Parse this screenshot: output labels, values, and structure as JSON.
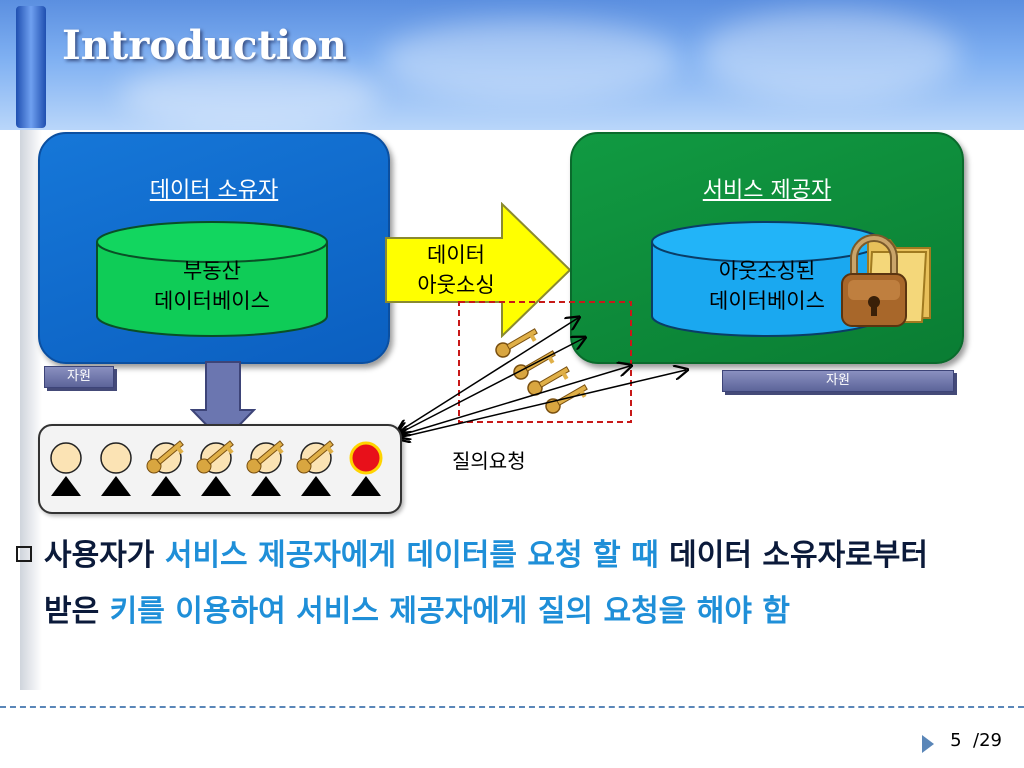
{
  "slide": {
    "title": "Introduction",
    "page_current": "5",
    "page_total": "/29"
  },
  "owner": {
    "title": "데이터 소유자",
    "db_line1": "부동산",
    "db_line2": "데이터베이스",
    "resource_tag": "자원"
  },
  "transfer": {
    "line1": "데이터",
    "line2": "아웃소싱"
  },
  "provider": {
    "title": "서비스 제공자",
    "db_line1": "아웃소싱된",
    "db_line2": "데이터베이스",
    "resource_tag": "자원"
  },
  "users": {
    "query_label": "질의요청",
    "count": 7,
    "with_key": [
      false,
      false,
      true,
      true,
      true,
      true,
      false
    ],
    "colors": {
      "normal": "#fbe3b4",
      "special": "#e8101a"
    }
  },
  "bullet": {
    "part1": "사용자가 ",
    "part2": "서비스 제공자에게 데이터를 요청 할 때",
    "part3": " 데이터 소유자로부터 받은 ",
    "part4": "키를 이용하여 서비스 제공자에게 질의 요청을 해야 함"
  },
  "colors": {
    "owner_blue": "#0b5fc0",
    "provider_green": "#0a7d33",
    "arrow_yellow": "#ffff00",
    "highlight": "#1f8fd8"
  }
}
